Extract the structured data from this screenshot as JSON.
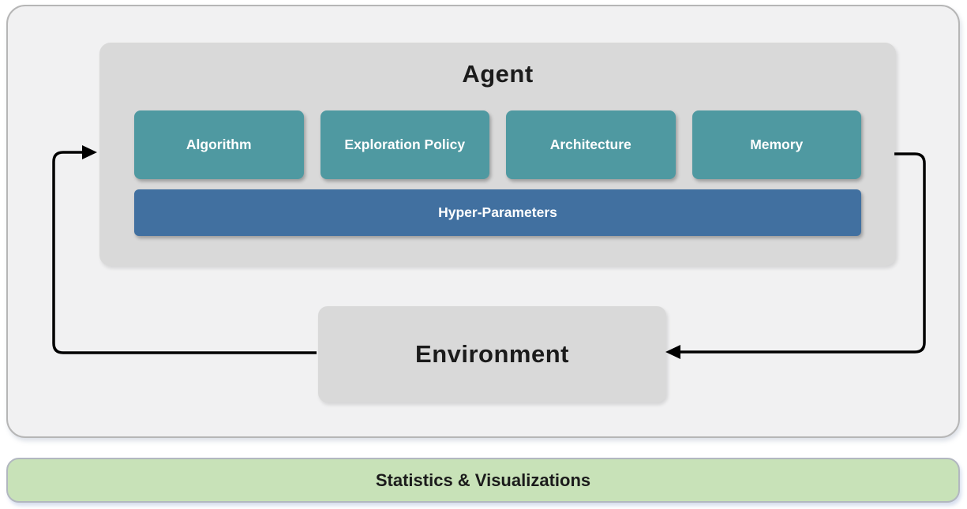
{
  "diagram": {
    "agent": {
      "title": "Agent",
      "components": [
        "Algorithm",
        "Exploration Policy",
        "Architecture",
        "Memory"
      ],
      "hyper_parameters_label": "Hyper-Parameters"
    },
    "environment": {
      "title": "Environment"
    },
    "footer": {
      "label": "Statistics & Visualizations"
    },
    "arrows": [
      {
        "name": "environment-to-agent",
        "direction": "left-side, points into Agent"
      },
      {
        "name": "agent-to-environment",
        "direction": "right-side, points into Environment"
      }
    ]
  },
  "colors": {
    "teal_component_box": "#4f99a1",
    "blue_hyper_bar": "#4170a0",
    "gray_box": "#d9d9d9",
    "outer_panel_fill": "#f1f1f2",
    "outer_panel_border": "#b6b6b6",
    "green_footer_fill": "#c8e2b8",
    "green_footer_border": "#b2b7c0",
    "arrow": "#000000"
  }
}
